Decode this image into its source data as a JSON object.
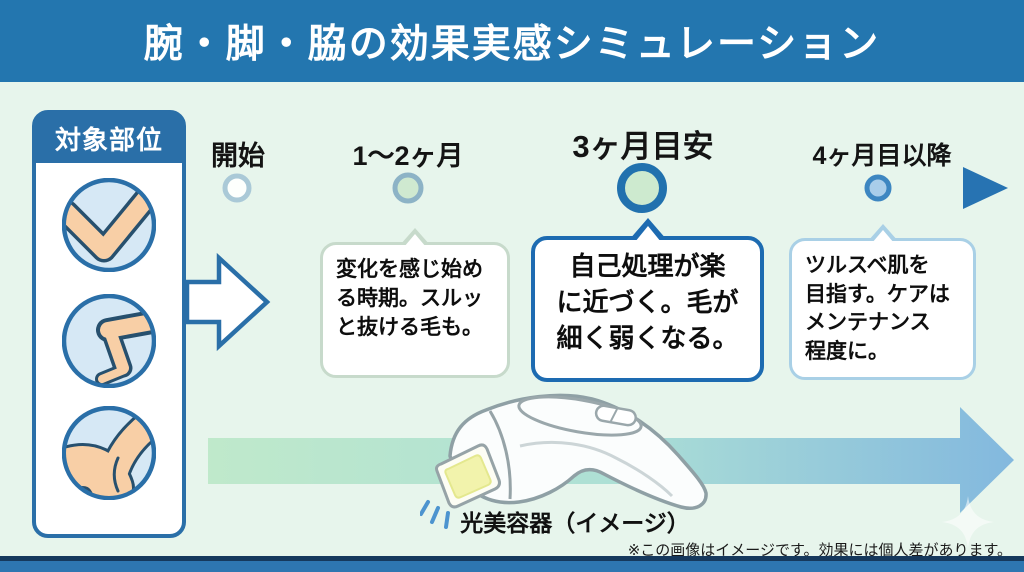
{
  "header": {
    "title": "腕・脚・脇の効果実感シミュレーション"
  },
  "sidebar": {
    "title": "対象部位",
    "icons": [
      "arm-icon",
      "leg-icon",
      "armpit-icon"
    ]
  },
  "timeline": {
    "milestones": [
      {
        "label": "開始"
      },
      {
        "label": "1〜2ヶ月"
      },
      {
        "label": "3ヶ月目安"
      },
      {
        "label": "4ヶ月目以降"
      }
    ]
  },
  "bubbles": [
    {
      "lines": [
        "変化を感じ始め",
        "る時期。スルッ",
        "と抜ける毛も。"
      ],
      "highlight": false
    },
    {
      "lines": [
        "自己処理が楽",
        "に近づく。毛が",
        "細く弱くなる。"
      ],
      "highlight": true
    },
    {
      "lines": [
        "ツルスベ肌を",
        "目指す。ケアは",
        "メンテナンス",
        "程度に。"
      ],
      "highlight": false
    }
  ],
  "device": {
    "caption": "光美容器（イメージ）",
    "icon": "ipl-device-icon"
  },
  "footer": {
    "note": "※この画像はイメージです。効果には個人差があります。"
  },
  "colors": {
    "header_bg": "#2376af",
    "accent_blue": "#2a6fa8",
    "highlight_border": "#1d6bb1",
    "background": "#e7f5ec",
    "band_green": "#bce8c8",
    "band_blue": "#7ab3dd"
  }
}
